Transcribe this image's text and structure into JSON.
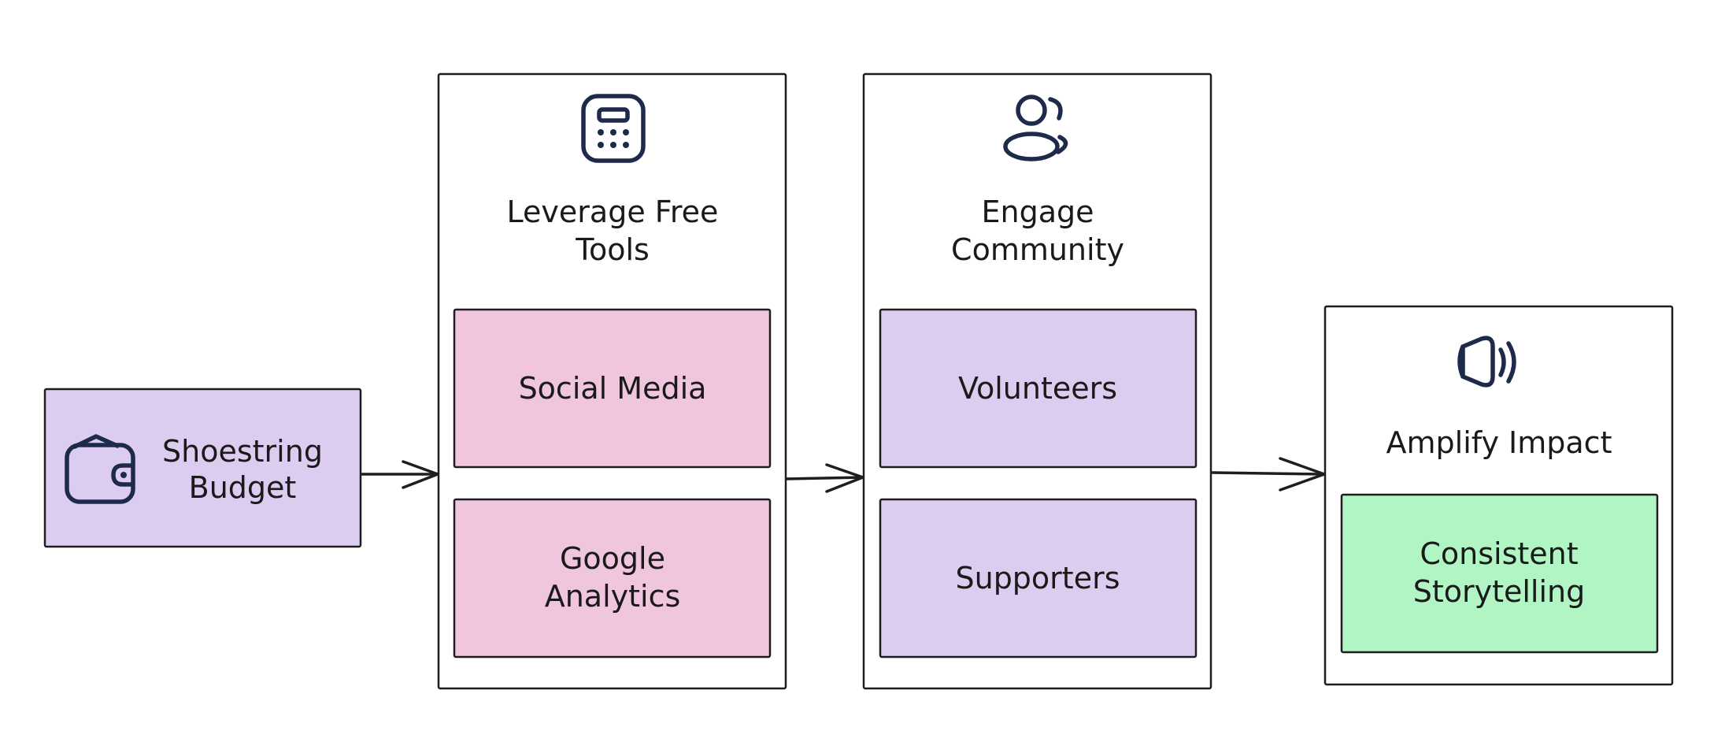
{
  "colors": {
    "stroke": "#1e1e1e",
    "icon": "#1e2a4a",
    "purple_fill": "#dccdf0",
    "pink_fill": "#f0c5de",
    "green_fill": "#b2f5c4",
    "container_fill": "#ffffff"
  },
  "nodes": {
    "budget": {
      "line1": "Shoestring",
      "line2": "Budget",
      "icon": "wallet-icon"
    },
    "tools": {
      "title_line1": "Leverage Free",
      "title_line2": "Tools",
      "icon": "calculator-icon",
      "items": [
        {
          "line1": "Social Media"
        },
        {
          "line1": "Google",
          "line2": "Analytics"
        }
      ]
    },
    "community": {
      "title_line1": "Engage",
      "title_line2": "Community",
      "icon": "users-icon",
      "items": [
        {
          "line1": "Volunteers"
        },
        {
          "line1": "Supporters"
        }
      ]
    },
    "impact": {
      "title_line1": "Amplify Impact",
      "icon": "speaker-icon",
      "items": [
        {
          "line1": "Consistent",
          "line2": "Storytelling"
        }
      ]
    }
  },
  "edges": [
    {
      "from": "budget",
      "to": "tools"
    },
    {
      "from": "tools",
      "to": "community"
    },
    {
      "from": "community",
      "to": "impact"
    }
  ]
}
